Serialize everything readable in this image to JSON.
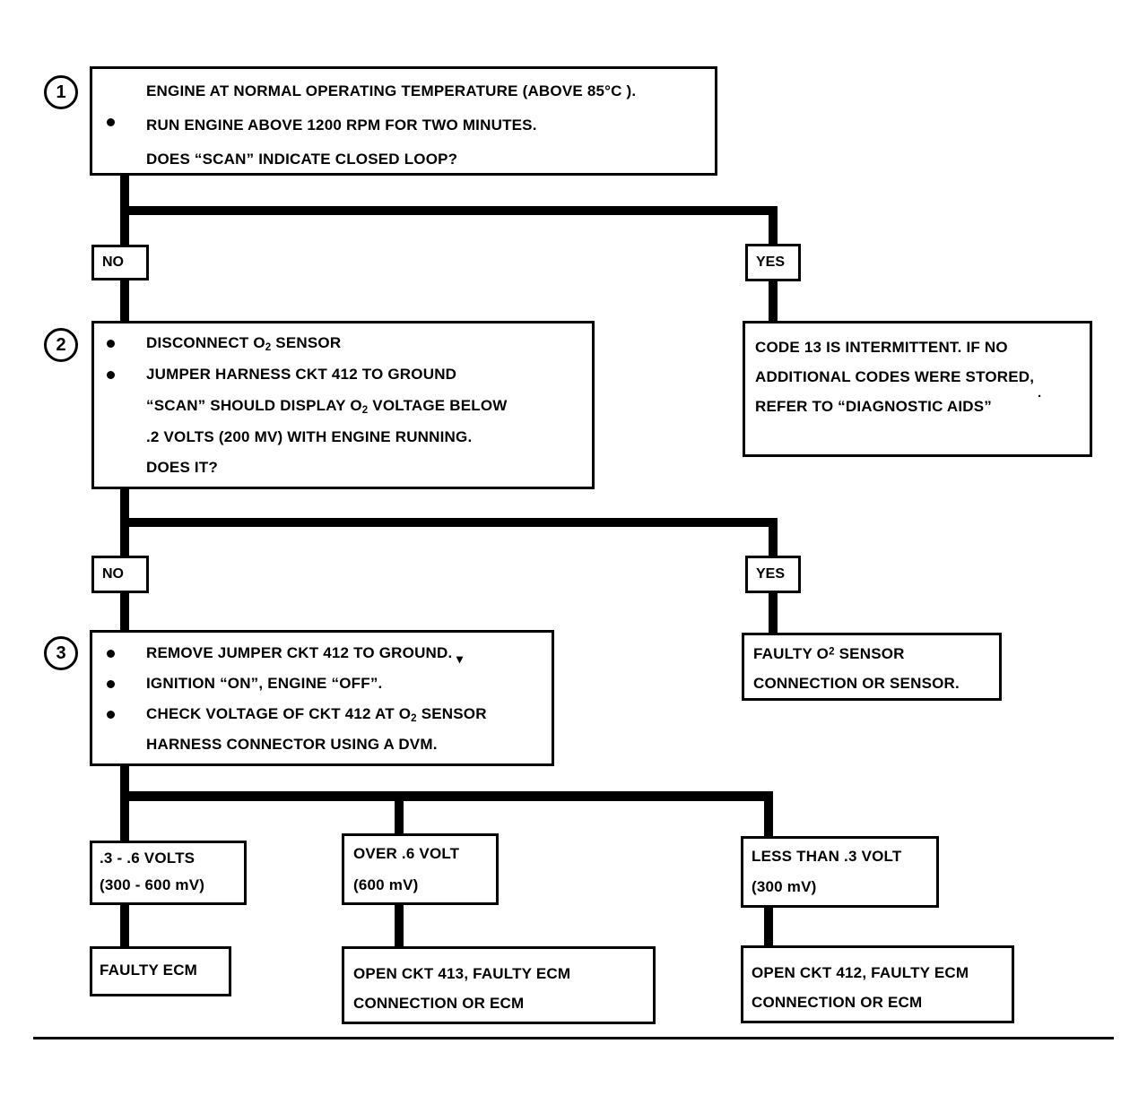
{
  "diagram": {
    "title_visible": false,
    "steps": [
      {
        "number": "1",
        "lines": [
          "ENGINE AT NORMAL OPERATING TEMPERATURE (ABOVE 85°C ).",
          "RUN ENGINE ABOVE 1200 RPM FOR TWO MINUTES.",
          "DOES “SCAN” INDICATE CLOSED LOOP?"
        ]
      },
      {
        "number": "2",
        "line1_a": "DISCONNECT O",
        "line1_sub": "2",
        "line1_b": " SENSOR",
        "line2": "JUMPER HARNESS CKT 412 TO GROUND",
        "line3_a": "“SCAN”  SHOULD DISPLAY O",
        "line3_sub": "2",
        "line3_b": " VOLTAGE BELOW",
        "line4": ".2  VOLTS  (200 MV) WITH ENGINE RUNNING.",
        "line5": "DOES IT?"
      },
      {
        "number": "3",
        "line1": "REMOVE JUMPER CKT 412 TO GROUND.",
        "line2": "IGNITION “ON”,  ENGINE  “OFF”.",
        "line3_a": "CHECK VOLTAGE OF CKT 412 AT O",
        "line3_sub": "2",
        "line3_b": " SENSOR",
        "line4": "HARNESS CONNECTOR USING A DVM."
      }
    ],
    "decisions": {
      "no_1": "NO",
      "yes_1": "YES",
      "no_2": "NO",
      "yes_2": "YES"
    },
    "outcomes": {
      "code13": [
        "CODE 13 IS INTERMITTENT.  IF NO",
        "ADDITIONAL CODES WERE STORED,",
        "REFER TO  “DIAGNOSTIC AIDS”"
      ],
      "faulty_o2_a": "FAULTY O",
      "faulty_o2_sup": "2",
      "faulty_o2_b": " SENSOR",
      "faulty_o2_line2": "CONNECTION OR SENSOR.",
      "branch_left": {
        "line1": ".3 - .6 VOLTS",
        "line2": "(300 - 600 mV)",
        "result": "FAULTY ECM"
      },
      "branch_mid": {
        "line1": "OVER  .6  VOLT",
        "line2": "(600 mV)",
        "result_line1": "OPEN CKT 413, FAULTY ECM",
        "result_line2": "CONNECTION OR ECM"
      },
      "branch_right": {
        "line1": "LESS THAN .3 VOLT",
        "line2": "(300 mV)",
        "result_line1": "OPEN CKT 412, FAULTY ECM",
        "result_line2": "CONNECTION OR ECM"
      }
    },
    "colors": {
      "ink": "#000000",
      "paper": "#ffffff"
    }
  }
}
